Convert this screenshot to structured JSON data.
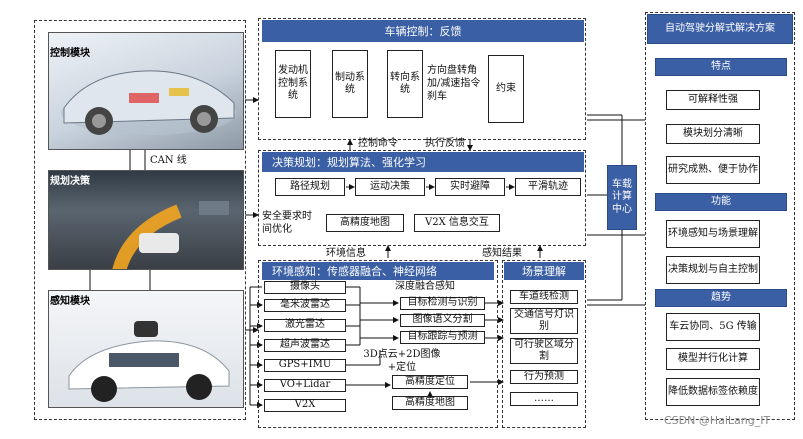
{
  "left": {
    "control_module": "控制模块",
    "planning": "规划决策",
    "perception_module": "感知模块",
    "can_bus": "CAN 线"
  },
  "vehicle_control": {
    "title": "车辆控制：反馈",
    "engine": "发动机控制系统",
    "brake": "制动系统",
    "steering": "转向系统",
    "cmd": "方向盘转角加/减速指令刹车",
    "constraint": "约束",
    "ctrl_cmd": "控制命令",
    "exec_feedback": "执行反馈"
  },
  "decision": {
    "title": "决策规划：规划算法、强化学习",
    "path": "路径规划",
    "motion": "运动决策",
    "avoid": "实时避障",
    "smooth": "平滑轨迹",
    "safety": "安全要求时间优化",
    "hdmap": "高精度地图",
    "v2x": "V2X 信息交互",
    "env_info": "环境信息",
    "percep_result": "感知结果"
  },
  "onboard": {
    "label": "车载计算中心"
  },
  "perception": {
    "title": "环境感知：传感器融合、神经网络",
    "sensors": [
      "摄像头",
      "毫米波雷达",
      "激光雷达",
      "超声波雷达",
      "GPS+IMU",
      "VO+Lidar",
      "V2X"
    ],
    "deep_fusion": "深度融合感知",
    "detect": "目标检测与识别",
    "segment": "图像语义分割",
    "track": "目标跟踪与预测",
    "pointcloud": "3D点云+2D图像+定位",
    "hd_loc": "高精度定位",
    "hd_map": "高精度地图"
  },
  "scene": {
    "title": "场景理解",
    "items": [
      "车道线检测",
      "交通信号灯识别",
      "可行驶区域分割",
      "行为预测",
      "……"
    ]
  },
  "right": {
    "title": "自动驾驶分解式解决方案",
    "features_hdr": "特点",
    "features": [
      "可解释性强",
      "模块划分清晰",
      "研究成熟、便于协作"
    ],
    "function_hdr": "功能",
    "functions": [
      "环境感知与场景理解",
      "决策规划与自主控制"
    ],
    "trend_hdr": "趋势",
    "trends": [
      "车云协同、5G 传输",
      "模型并行化计算",
      "降低数据标签依赖度"
    ]
  },
  "watermark": "CSDN @HaiLang_IT"
}
